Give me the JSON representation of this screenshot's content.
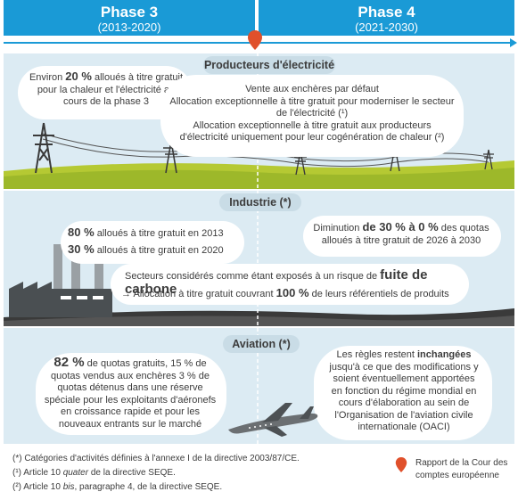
{
  "phases": [
    {
      "title": "Phase 3",
      "years": "(2013-2020)"
    },
    {
      "title": "Phase 4",
      "years": "(2021-2030)"
    }
  ],
  "sections": {
    "electricity": {
      "label": "Producteurs d'électricité",
      "phase3": {
        "pre": "Environ ",
        "value": "20 %",
        "post": " alloués à titre gratuit pour la chaleur et l'électricité au cours de la phase 3"
      },
      "phase4": {
        "line1": "Vente aux enchères par défaut",
        "line2": "Allocation exceptionnelle à titre gratuit pour moderniser le secteur de l'électricité (¹)",
        "line3": "Allocation exceptionnelle à titre gratuit aux producteurs d'électricité uniquement pour leur cogénération de chaleur (²)"
      }
    },
    "industry": {
      "label": "Industrie (*)",
      "phase3": [
        {
          "value": "80 %",
          "text": " alloués à titre gratuit en 2013"
        },
        {
          "value": "30 %",
          "text": " alloués à titre gratuit en 2020"
        }
      ],
      "phase4": {
        "pre": "Diminution ",
        "value": "de 30 % à 0 %",
        "post": " des quotas alloués à titre gratuit de 2026 à 2030"
      },
      "leakage": {
        "pre": "Secteurs considérés comme étant exposés à un risque de ",
        "emph": "fuite de carbone",
        "arrow": "→ Allocation à titre gratuit couvrant ",
        "value": "100 %",
        "post": " de leurs référentiels de produits"
      }
    },
    "aviation": {
      "label": "Aviation (*)",
      "phase3": {
        "value": "82 %",
        "post": " de quotas gratuits, 15 % de quotas vendus aux enchères 3 % de quotas détenus dans une réserve spéciale pour les exploitants d'aéronefs en croissance rapide et pour les nouveaux entrants sur le marché"
      },
      "phase4": {
        "pre": "Les règles restent ",
        "emph": "inchangées",
        "post": " jusqu'à ce que des modifications y soient éventuellement apportées en fonction du régime mondial en cours d'élaboration au sein de l'Organisation de l'aviation civile internationale (OACI)"
      }
    }
  },
  "footnotes": [
    "(*)  Catégories d'activités définies à l'annexe I de la directive 2003/87/CE.",
    "(¹)  Article 10 ",
    "(²)  Article 10 "
  ],
  "footnote_parts": {
    "fn1_italic": "quater",
    "fn1_post": " de la directive SEQE.",
    "fn2_italic": "bis",
    "fn2_post": ", paragraphe 4, de la directive SEQE."
  },
  "legend": {
    "marker_label": "Rapport de la Cour des comptes européenne"
  },
  "colors": {
    "header": "#1a9ad6",
    "panel": "#dcebf3",
    "grass": "#b5c933",
    "marker": "#e0502b",
    "label_pill": "#c9dce6"
  },
  "icons": [
    "pylon-icon",
    "factory-icon",
    "airplane-icon",
    "location-pin-icon"
  ]
}
